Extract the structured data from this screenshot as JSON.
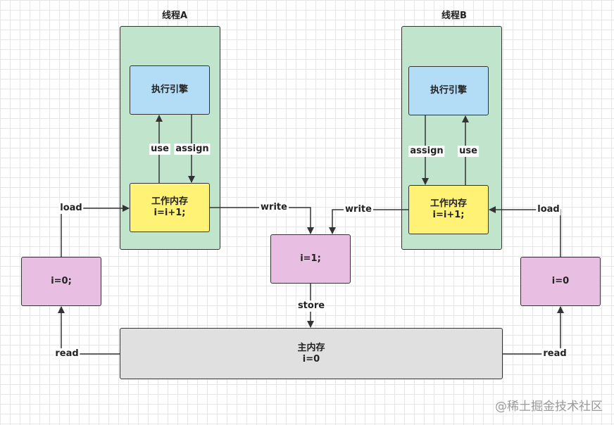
{
  "thread_a": {
    "title": "线程A",
    "engine": "执行引擎",
    "work_title": "工作内存",
    "work_value": "i=i+1;",
    "use_label": "use",
    "assign_label": "assign"
  },
  "thread_b": {
    "title": "线程B",
    "engine": "执行引擎",
    "work_title": "工作内存",
    "work_value": "i=i+1;",
    "use_label": "use",
    "assign_label": "assign"
  },
  "left_var": "i=0;",
  "right_var": "i=0",
  "center_var": "i=1;",
  "main_memory": {
    "title": "主内存",
    "value": "i=0"
  },
  "labels": {
    "load_left": "load",
    "load_right": "load",
    "read_left": "read",
    "read_right": "read",
    "write_left": "write",
    "write_right": "write",
    "store": "store"
  },
  "watermark": "@稀土掘金技术社区"
}
